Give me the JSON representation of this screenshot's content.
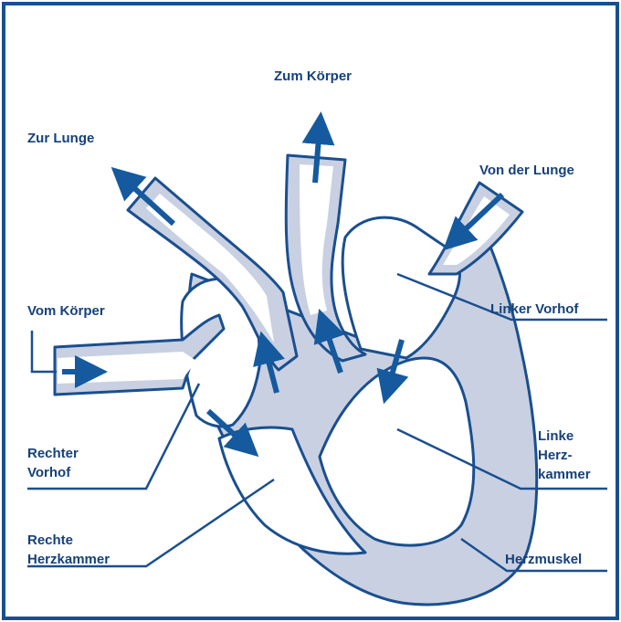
{
  "colors": {
    "outline": "#1a4f8f",
    "fill": "#c8d0e2",
    "arrow": "#155a9e",
    "text": "#16417a",
    "background": "#ffffff"
  },
  "labels": {
    "zum_koerper": "Zum Körper",
    "zur_lunge": "Zur Lunge",
    "von_der_lunge": "Von der Lunge",
    "vom_koerper": "Vom Körper",
    "linker_vorhof": "Linker Vorhof",
    "rechter_vorhof_1": "Rechter",
    "rechter_vorhof_2": "Vorhof",
    "linke_herzkammer_1": "Linke",
    "linke_herzkammer_2": "Herz-",
    "linke_herzkammer_3": "kammer",
    "rechte_herzkammer_1": "Rechte",
    "rechte_herzkammer_2": "Herzkammer",
    "herzmuskel": "Herzmuskel"
  }
}
